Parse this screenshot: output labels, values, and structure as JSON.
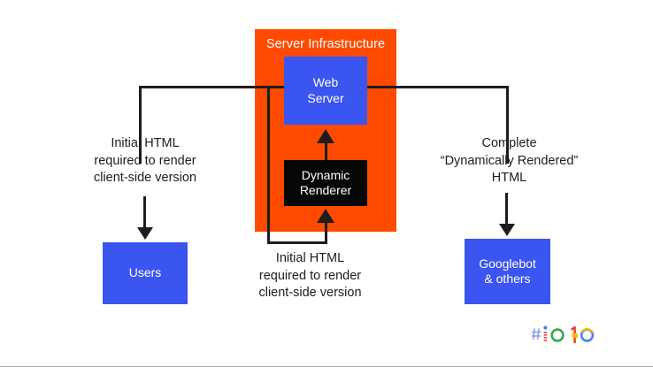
{
  "slide": {
    "background_color": "#fffffd",
    "accent_orange": "#ff4a00",
    "accent_blue": "#3b55f0",
    "accent_black": "#060606",
    "line_color": "#1d1d1d"
  },
  "server_panel": {
    "title": "Server Infrastructure"
  },
  "nodes": {
    "web_server": "Web\nServer",
    "dynamic_renderer": "Dynamic\nRenderer",
    "users": "Users",
    "googlebot": "Googlebot\n& others"
  },
  "captions": {
    "left": "Initial HTML\nrequired to render\nclient-side version",
    "right": "Complete\n“Dynamically Rendered”\nHTML",
    "loop": "Initial HTML\nrequired to render\nclient-side version"
  },
  "logo": {
    "name": "google-io-2019-logo",
    "text": "#io19",
    "colors": {
      "hash": "#7b8fe8",
      "i_dot": "#4285f4",
      "o_green": "#34a853",
      "one_red": "#ea4335",
      "one_yellow": "#fbbc04",
      "o_blue": "#4285f4"
    }
  }
}
